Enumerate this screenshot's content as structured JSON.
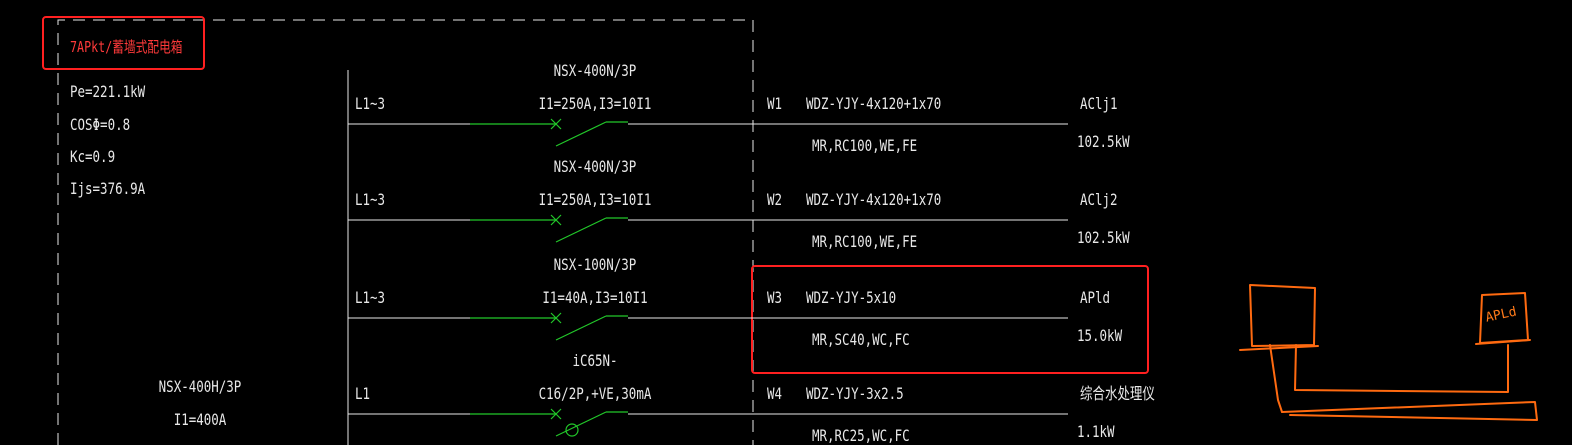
{
  "panel": {
    "title": "7APkt/蓄墙式配电箱",
    "params": [
      "Pe=221.1kW",
      "COSΦ=0.8",
      "Kc=0.9",
      "Ijs=376.9A"
    ],
    "main_breaker": {
      "model": "NSX-400H/3P",
      "setting": "I1=400A"
    }
  },
  "circuits": [
    {
      "phase": "L1~3",
      "breaker_model": "NSX-400N/3P",
      "breaker_setting": "I1=250A,I3=10I1",
      "id": "W1",
      "cable": "WDZ-YJY-4x120+1x70",
      "laying": "MR,RC100,WE,FE",
      "load": "AClj1",
      "power": "102.5kW"
    },
    {
      "phase": "L1~3",
      "breaker_model": "NSX-400N/3P",
      "breaker_setting": "I1=250A,I3=10I1",
      "id": "W2",
      "cable": "WDZ-YJY-4x120+1x70",
      "laying": "MR,RC100,WE,FE",
      "load": "AClj2",
      "power": "102.5kW"
    },
    {
      "phase": "L1~3",
      "breaker_model": "NSX-100N/3P",
      "breaker_setting": "I1=40A,I3=10I1",
      "id": "W3",
      "cable": "WDZ-YJY-5x10",
      "laying": "MR,SC40,WC,FC",
      "load": "APld",
      "power": "15.0kW"
    },
    {
      "phase": "L1",
      "breaker_model": "iC65N-",
      "breaker_setting": "C16/2P,+VE,30mA",
      "id": "W4",
      "cable": "WDZ-YJY-3x2.5",
      "laying": "MR,RC25,WC,FC",
      "load": "综合水处理仪",
      "power": "1.1kW"
    }
  ],
  "sketch": {
    "label": "APLd"
  },
  "colors": {
    "background": "#000000",
    "line": "#e8e8e8",
    "breaker": "#22c82a",
    "highlight": "#ff2020",
    "sketch": "#ff6a10"
  }
}
